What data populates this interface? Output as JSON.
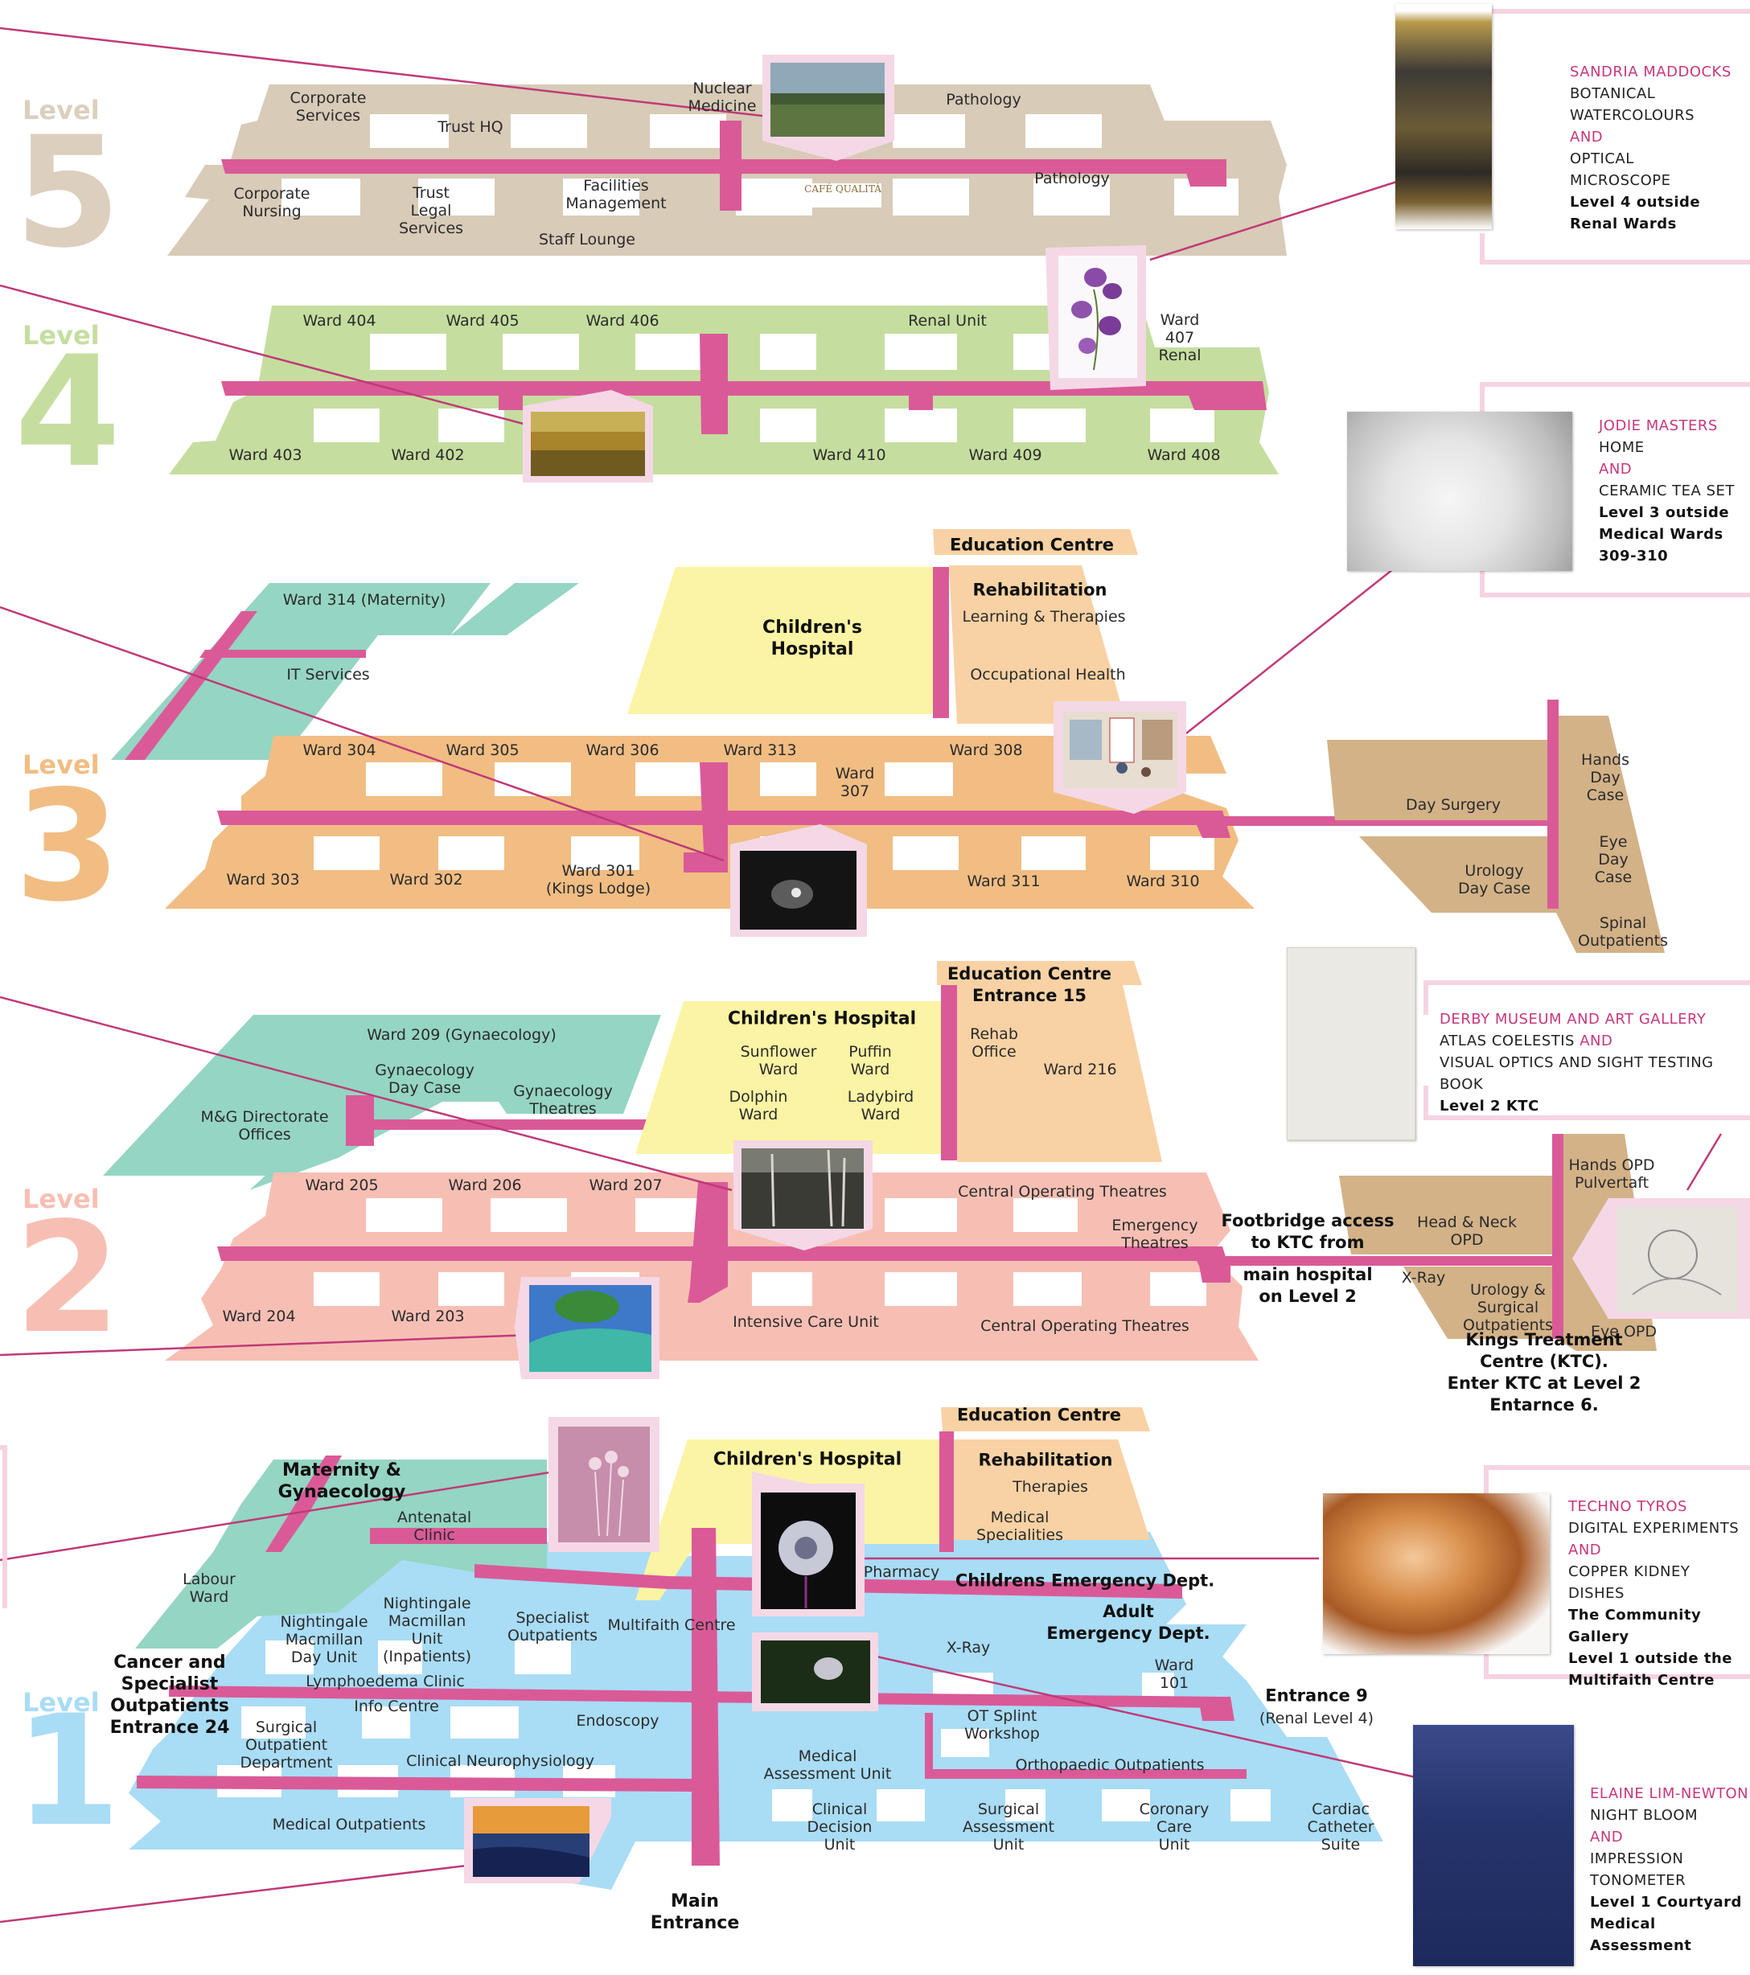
{
  "colors": {
    "level5": "#d8cbb8",
    "level4": "#c5de9f",
    "level3": "#f1bd83",
    "level2": "#f7bfb4",
    "level1": "#a9dcf5",
    "maternity": "#95d5c3",
    "childrens": "#fbf4a4",
    "education": "#f8d2a4",
    "ktc": "#d3b288",
    "corridor": "#da5a98",
    "line": "#c03a78",
    "accent_pink": "#c8377d"
  },
  "levels": [
    {
      "word": "Level",
      "number": "5"
    },
    {
      "word": "Level",
      "number": "4"
    },
    {
      "word": "Level",
      "number": "3"
    },
    {
      "word": "Level",
      "number": "2"
    },
    {
      "word": "Level",
      "number": "1"
    }
  ],
  "level5": {
    "corporate_services": "Corporate\nServices",
    "trust_hq": "Trust HQ",
    "nuclear_medicine": "Nuclear\nMedicine",
    "pathology_top": "Pathology",
    "corporate_nursing": "Corporate\nNursing",
    "trust_legal": "Trust\nLegal\nServices",
    "facilities": "Facilities\nManagement",
    "cafe": "CAFÉ QUALITÀ",
    "pathology_bottom": "Pathology",
    "staff_lounge": "Staff Lounge"
  },
  "level4": {
    "w404": "Ward 404",
    "w405": "Ward 405",
    "w406": "Ward 406",
    "renal_unit": "Renal Unit",
    "w407": "Ward\n407\nRenal",
    "w403": "Ward 403",
    "w402": "Ward 402",
    "w410": "Ward 410",
    "w409": "Ward 409",
    "w408": "Ward 408"
  },
  "level3": {
    "education": "Education Centre",
    "rehab": "Rehabilitation",
    "learning": "Learning & Therapies",
    "occupational": "Occupational Health",
    "childrens": "Children's\nHospital",
    "w314": "Ward 314 (Maternity)",
    "it": "IT Services",
    "w304": "Ward 304",
    "w305": "Ward 305",
    "w306": "Ward 306",
    "w313": "Ward 313",
    "w307": "Ward\n307",
    "w308": "Ward 308",
    "w303": "Ward 303",
    "w302": "Ward 302",
    "w301": "Ward 301\n(Kings Lodge)",
    "w311": "Ward 311",
    "w310": "Ward 310",
    "day_surgery": "Day Surgery",
    "hands_day": "Hands\nDay\nCase",
    "eye_day": "Eye\nDay\nCase",
    "urology_day": "Urology\nDay Case",
    "spinal": "Spinal\nOutpatients"
  },
  "level2": {
    "education": "Education Centre\nEntrance 15",
    "childrens": "Children's Hospital",
    "sunflower": "Sunflower\nWard",
    "puffin": "Puffin\nWard",
    "dolphin": "Dolphin\nWard",
    "ladybird": "Ladybird\nWard",
    "rehab_office": "Rehab\nOffice",
    "w216": "Ward 216",
    "w209": "Ward 209 (Gynaecology)",
    "gyn_day": "Gynaecology\nDay Case",
    "gyn_theatres": "Gynaecology\nTheatres",
    "mg": "M&G Directorate\nOffices",
    "w205": "Ward 205",
    "w206": "Ward 206",
    "w207": "Ward 207",
    "cot_top": "Central Operating Theatres",
    "emergency_theatres": "Emergency\nTheatres",
    "w204": "Ward 204",
    "w203": "Ward 203",
    "icu": "Intensive Care Unit",
    "cot_bottom": "Central Operating Theatres",
    "footbridge": "Footbridge access\nto KTC from",
    "mainhosp": "main hospital\non Level 2",
    "hands_opd": "Hands OPD\nPulvertaft",
    "head_neck": "Head & Neck\nOPD",
    "xray": "X-Ray",
    "urology_surg": "Urology &\nSurgical\nOutpatients",
    "eye_opd": "Eye OPD",
    "ktc": "Kings Treatment Centre (KTC).\nEnter KTC at Level 2 Entarnce 6."
  },
  "level1": {
    "education": "Education Centre",
    "rehab": "Rehabilitation",
    "therapies": "Therapies",
    "medical_spec": "Medical\nSpecialities",
    "childrens": "Children's Hospital",
    "maternity": "Maternity &\nGynaecology",
    "antenatal": "Antenatal\nClinic",
    "labour": "Labour\nWard",
    "pharmacy": "Pharmacy",
    "childrens_ed": "Childrens Emergency Dept.",
    "adult_ed": "Adult\nEmergency Dept.",
    "xray": "X-Ray",
    "w101": "Ward\n101",
    "entrance9": "Entrance 9",
    "renal_l4": "(Renal Level 4)",
    "nightingale_day": "Nightingale\nMacmillan\nDay Unit",
    "nightingale_in": "Nightingale\nMacmillan\nUnit\n(Inpatients)",
    "specialist_op": "Specialist\nOutpatients",
    "multifaith": "Multifaith Centre",
    "cancer": "Cancer and\nSpecialist\nOutpatients\nEntrance 24",
    "lymph": "Lymphoedema Clinic",
    "info": "Info Centre",
    "endoscopy": "Endoscopy",
    "surg_op": "Surgical\nOutpatient\nDepartment",
    "neuro": "Clinical Neurophysiology",
    "ot_splint": "OT Splint\nWorkshop",
    "ortho": "Orthopaedic Outpatients",
    "mau": "Medical\nAssessment Unit",
    "med_op": "Medical Outpatients",
    "cdu": "Clinical\nDecision\nUnit",
    "sau": "Surgical\nAssessment\nUnit",
    "ccu": "Coronary\nCare\nUnit",
    "cardiac": "Cardiac\nCatheter\nSuite",
    "main_entrance": "Main\nEntrance"
  },
  "artists": [
    {
      "name": "SANDRIA MADDOCKS",
      "line1": "BOTANICAL",
      "line2": "WATERCOLOURS",
      "and": "AND",
      "line3": "OPTICAL",
      "line4": "MICROSCOPE",
      "loc1": "Level 4 outside",
      "loc2": "Renal Wards",
      "photo_icon": "microscope-photo"
    },
    {
      "name": "JODIE MASTERS",
      "line1": "HOME",
      "and": "AND",
      "line2": "CERAMIC TEA SET",
      "loc1": "Level 3 outside",
      "loc2": "Medical Wards",
      "loc3": "309-310",
      "photo_icon": "teapot-photo"
    },
    {
      "name": "DERBY MUSEUM AND ART GALLERY",
      "line1": "ATLAS COELESTIS",
      "and": "AND",
      "line2": "VISUAL OPTICS AND SIGHT TESTING BOOK",
      "loc1": "Level 2 KTC",
      "photo_icon": "book-photo"
    },
    {
      "name": "TECHNO TYROS",
      "line1": "DIGITAL EXPERIMENTS",
      "and": "AND",
      "line2": "COPPER KIDNEY DISHES",
      "loc1": "The Community Gallery",
      "loc2": "Level 1 outside the",
      "loc3": "Multifaith Centre",
      "photo_icon": "copper-dish-photo"
    },
    {
      "name": "ELAINE LIM-NEWTON",
      "line1": "NIGHT BLOOM",
      "and": "AND",
      "line2": "IMPRESSION",
      "line3": "TONOMETER",
      "loc1": "Level 1 Courtyard",
      "loc2": "Medical Assessment",
      "photo_icon": "tonometer-photo"
    }
  ]
}
